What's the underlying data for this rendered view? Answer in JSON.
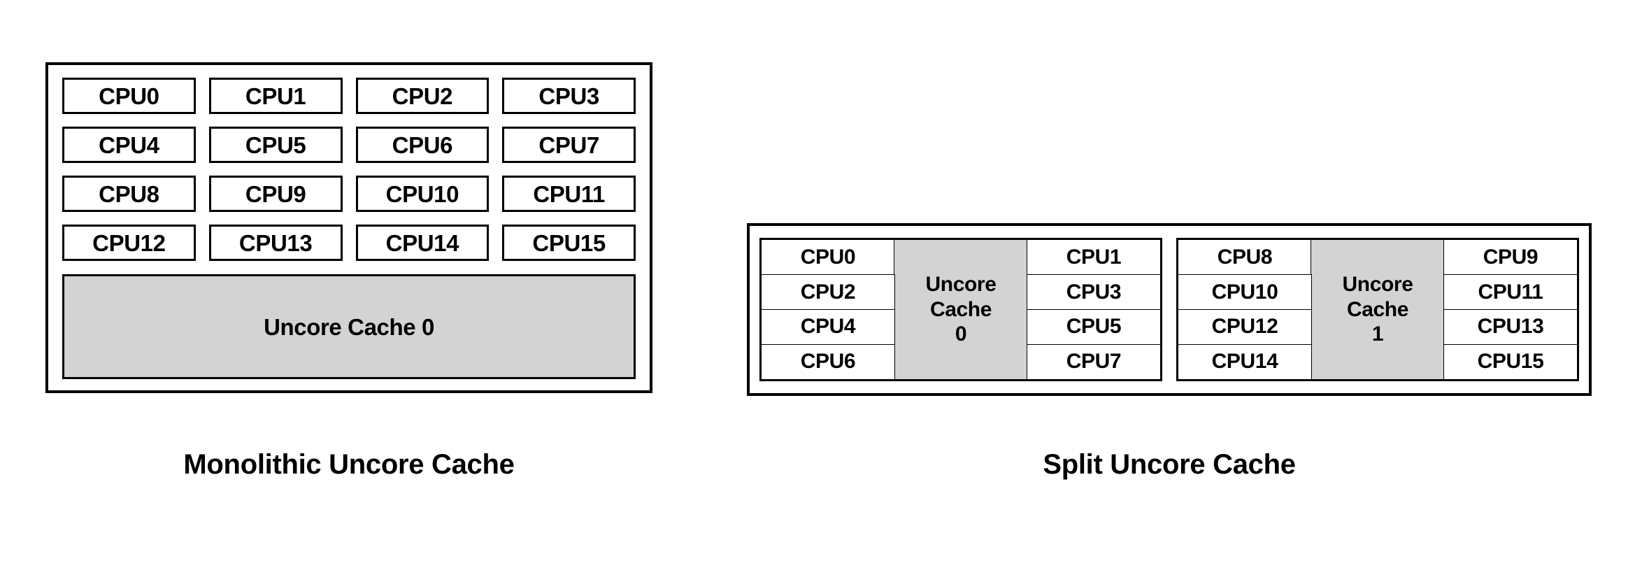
{
  "figure": {
    "kind": "cpu-cache-topology-comparison",
    "background_color": "#ffffff",
    "line_color": "#000000",
    "cache_fill_color": "#d3d3d3",
    "cpu_fill_color": "#ffffff"
  },
  "monolithic": {
    "caption": "Monolithic Uncore Cache",
    "cpu_rows": [
      [
        "CPU0",
        "CPU1",
        "CPU2",
        "CPU3"
      ],
      [
        "CPU4",
        "CPU5",
        "CPU6",
        "CPU7"
      ],
      [
        "CPU8",
        "CPU9",
        "CPU10",
        "CPU11"
      ],
      [
        "CPU12",
        "CPU13",
        "CPU14",
        "CPU15"
      ]
    ],
    "cache_label": "Uncore Cache 0"
  },
  "split": {
    "caption": "Split Uncore Cache",
    "clusters": [
      {
        "left_column": [
          "CPU0",
          "CPU2",
          "CPU4",
          "CPU6"
        ],
        "cache_lines": [
          "Uncore",
          "Cache",
          "0"
        ],
        "right_column": [
          "CPU1",
          "CPU3",
          "CPU5",
          "CPU7"
        ]
      },
      {
        "left_column": [
          "CPU8",
          "CPU10",
          "CPU12",
          "CPU14"
        ],
        "cache_lines": [
          "Uncore",
          "Cache",
          "1"
        ],
        "right_column": [
          "CPU9",
          "CPU11",
          "CPU13",
          "CPU15"
        ]
      }
    ]
  }
}
